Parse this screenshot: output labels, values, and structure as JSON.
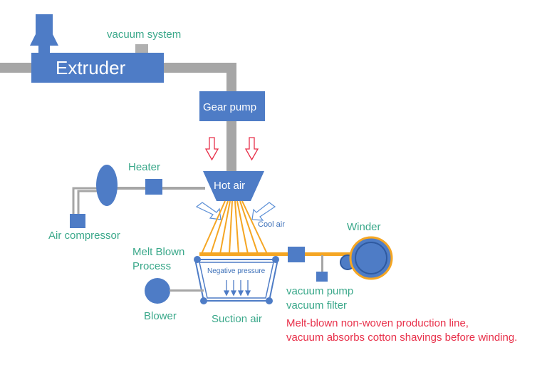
{
  "colors": {
    "machine_blue": "#4e7cc6",
    "pipe_gray": "#a6a6a6",
    "fiber_orange": "#f5a623",
    "label_green": "#3aa88a",
    "note_red": "#e8304a",
    "arrow_red": "#e8304a",
    "arrow_blue": "#5b8fd6"
  },
  "labels": {
    "vacuum_system": "vacuum system",
    "extruder": "Extruder",
    "gear_pump": "Gear pump",
    "heater": "Heater",
    "hot_air": "Hot air",
    "air_compressor": "Air compressor",
    "cool_air": "Cool air",
    "winder": "Winder",
    "melt_blown_line1": "Melt Blown",
    "melt_blown_line2": "Process",
    "negative_pressure": "Negative pressure",
    "blower": "Blower",
    "suction_air": "Suction air",
    "vacuum_pump_line1": "vacuum pump",
    "vacuum_pump_line2": "vacuum filter",
    "note_line1": "Melt-blown non-woven production line,",
    "note_line2": "vacuum absorbs cotton shavings before winding."
  }
}
